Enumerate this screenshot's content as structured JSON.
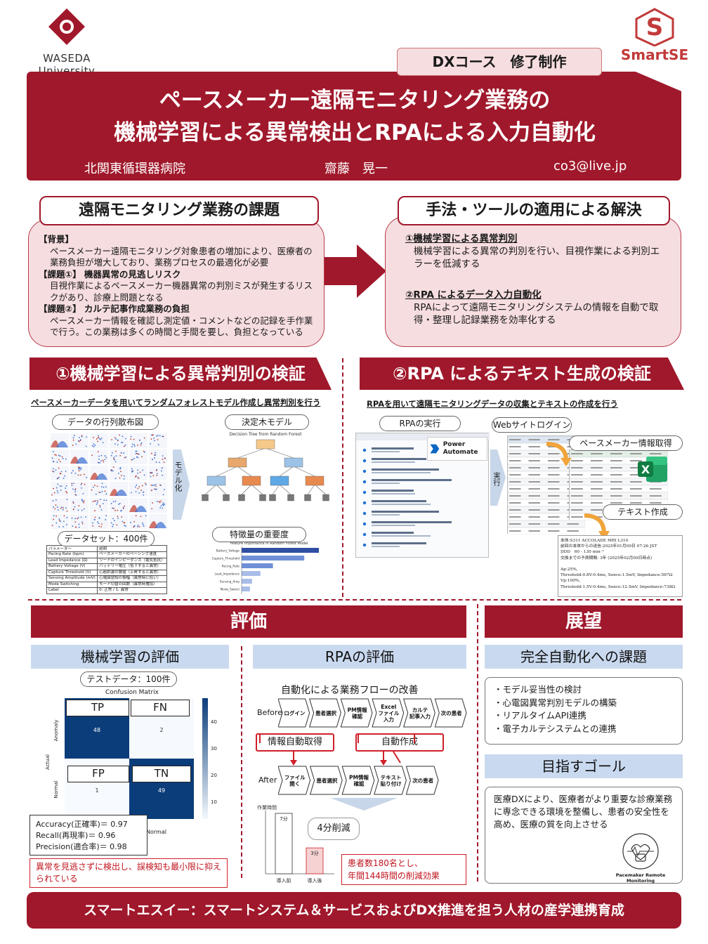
{
  "header": {
    "university": "WASEDA University",
    "brand": "SmartSE",
    "course_badge": "DXコース　修了制作",
    "title_line1": "ペースメーカー遠隔モニタリング業務の",
    "title_line2": "機械学習による異常検出とRPAによる入力自動化",
    "affiliation": "北関東循環器病院",
    "author": "齋藤　晃一",
    "email": "co3@live.jp"
  },
  "issues": {
    "heading": "遠隔モニタリング業務の課題",
    "background_label": "【背景】",
    "background_text": "ペースメーカー遠隔モニタリング対象患者の増加により、医療者の業務負担が増大しており、業務プロセスの最適化が必要",
    "issue1_label": "【課題①】 機器異常の見逃しリスク",
    "issue1_text": "目視作業によるペースメーカー機器異常の判別ミスが発生するリスクがあり、診療上問題となる",
    "issue2_label": "【課題②】 カルテ記事作成業務の負担",
    "issue2_text": "ペースメーカー情報を確認し測定値・コメントなどの記録を手作業で行う。この業務は多くの時間と手間を要し、負担となっている"
  },
  "solution": {
    "heading": "手法・ツールの適用による解決",
    "item1_title": "①機械学習による異常判別",
    "item1_text": "機械学習による異常の判別を行い、目視作業による判別エラーを低減する",
    "item2_title": "②RPA によるデータ入力自動化",
    "item2_text": "RPAによって遠隔モニタリングシステムの情報を自動で取得・整理し記録業務を効率化する"
  },
  "ml": {
    "heading": "①機械学習による異常判別の検証",
    "subtitle": "ペースメーカーデータを用いてランダムフォレストモデル作成し異常判別を行う",
    "scatter_tag": "データの行列散布図",
    "tree_tag": "決定木モデル",
    "tree_title": "Decision Tree from Random Forest",
    "arrow_label": "モデル化",
    "dataset_tag": "データセット：400件",
    "importance_tag": "特徴量の重要度",
    "importance_title": "Feature Importance in Random Forest Model",
    "table_headers": [
      "パラメーター",
      "説明"
    ],
    "table_rows": [
      [
        "Pacing Rate (bpm)",
        "ペースメーカーのペーシング速度"
      ],
      [
        "Lead Impedance (Ω)",
        "リードのインピーダンス（電気抵抗）"
      ],
      [
        "Battery Voltage (V)",
        "バッテリー電圧（低下すると異常）"
      ],
      [
        "Capture Threshold (V)",
        "心筋刺激の閾値（上昇すると異常）"
      ],
      [
        "Sensing Amplitude (mV)",
        "心電図感知の振幅（異常時に低い）"
      ],
      [
        "Mode Switching",
        "モード切替の回数（異常時増加）"
      ],
      [
        "Label",
        "0: 正常 / 1: 異常"
      ]
    ],
    "importance_features": [
      {
        "name": "Battery_Voltage",
        "value": 0.37
      },
      {
        "name": "Capture_Threshold",
        "value": 0.3
      },
      {
        "name": "Pacing_Rate",
        "value": 0.15
      },
      {
        "name": "Lead_Impedance",
        "value": 0.09
      },
      {
        "name": "Sensing_Amp",
        "value": 0.05
      },
      {
        "name": "Mode_Switch",
        "value": 0.04
      }
    ]
  },
  "rpa": {
    "heading": "②RPA によるテキスト生成の検証",
    "subtitle": "RPAを用いて遠隔モニタリングデータの収集とテキストの作成を行う",
    "run_tag": "RPAの実行",
    "login_tag": "Webサイトログイン",
    "pm_info_tag": "ペースメーカー情報取得",
    "text_tag": "テキスト作成",
    "power_automate": "Power Automate",
    "arrow_label": "実行",
    "sample_text": "本体:S311 ACCOLADE MRI L310\n前回の本体からの送信:2025年01月09日 07:26 JST\nDDD　60 - 130 min⁻¹\n交換までの予測期間: 3年 (2025年02月09日時点)\n\nAp:25%,\nThreshold:0.8V-0.4ms, Sence:1.5mV, Impedance:567Ω\nVp:100%,\nThreshold:1.5V-0.4ms, Sence:12.5mV, Impedance:738Ω"
  },
  "evaluation": {
    "heading": "評価",
    "ml_heading": "機械学習の評価",
    "test_tag": "テストデータ：100件",
    "cm_title": "Confusion Matrix",
    "cm_labels": {
      "tp": "TP",
      "fn": "FN",
      "fp": "FP",
      "tn": "TN"
    },
    "cm_values": {
      "tp": "48",
      "fn": "2",
      "fp": "1",
      "tn": "49"
    },
    "cm_row_labels": [
      "Anomaly",
      "Normal"
    ],
    "cm_col_label": "Normal",
    "cm_y_axis": "Actual",
    "cm_scale": [
      "40",
      "30",
      "20",
      "10"
    ],
    "accuracy": "Accuracy(正確率)＝ 0.97",
    "recall": "Recall(再現率)＝ 0.96",
    "precision": "Precision(適合率)＝ 0.98",
    "ml_note": "異常を見逃さずに検出し、誤検知も最小限に抑えられている",
    "rpa_heading": "RPAの評価",
    "flow_title": "自動化による業務フローの改善",
    "before_label": "Before",
    "after_label": "After",
    "before_steps": [
      "ログイン",
      "患者選択",
      "PM情報\n確認",
      "Excel\nファイル\n入力",
      "カルテ\n記事入力",
      "次の患者"
    ],
    "after_steps": [
      "ファイル\n開く",
      "患者選択",
      "PM情報\n確認",
      "テキスト\n貼り付け",
      "次の患者"
    ],
    "auto_fetch": "情報自動取得",
    "auto_create": "自動作成",
    "chart_ylabel": "作業時間",
    "bar_before_label": "7分",
    "bar_after_label": "3分",
    "bar_before_cat": "導入前",
    "bar_after_cat": "導入後",
    "reduction": "4分削減",
    "effect": "患者数180名とし、\n年間144時間の削減効果"
  },
  "chart_data": {
    "type": "bar",
    "categories": [
      "導入前",
      "導入後"
    ],
    "values": [
      7,
      3
    ],
    "ylabel": "作業時間"
  },
  "outlook": {
    "heading": "展望",
    "challenge_heading": "完全自動化への課題",
    "challenges": [
      "・モデル妥当性の検討",
      "・心電図異常判別モデルの構築",
      "・リアルタイムAPI連携",
      "・電子カルテシステムとの連携"
    ],
    "goal_heading": "目指すゴール",
    "goal_text": "医療DXにより、医療者がより重要な診療業務に専念できる環境を整備し、患者の安全性を高め、医療の質を向上させる",
    "icon_label": "Pacemaker Remote Monitoring"
  },
  "footer": {
    "text": "スマートエスイー：スマートシステム＆サービスおよびDX推進を担う人材の産学連携育成"
  },
  "colors": {
    "crimson": "#a0182b",
    "pink": "#f6dde0",
    "blue_header": "#c9d9ef",
    "heat_dark": "#0b3d7a"
  }
}
